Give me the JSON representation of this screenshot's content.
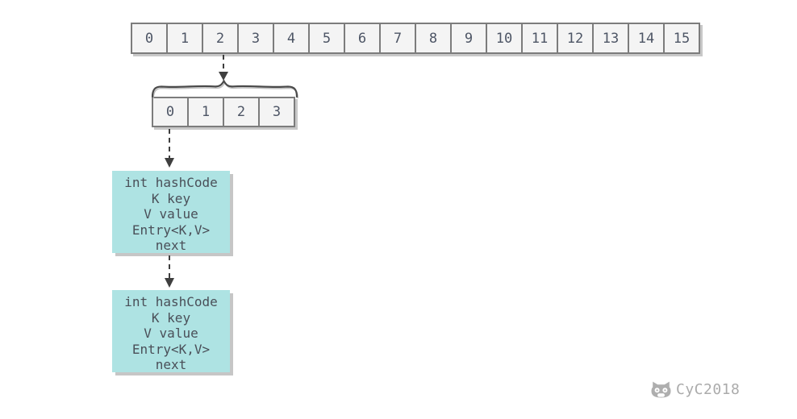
{
  "top_array": {
    "cells": [
      "0",
      "1",
      "2",
      "3",
      "4",
      "5",
      "6",
      "7",
      "8",
      "9",
      "10",
      "11",
      "12",
      "13",
      "14",
      "15"
    ],
    "highlighted_index": 2
  },
  "bucket_array": {
    "cells": [
      "0",
      "1",
      "2",
      "3"
    ]
  },
  "entry_node": {
    "fields": [
      "int hashCode",
      "K key",
      "V value",
      "Entry<K,V>",
      "next"
    ]
  },
  "watermark": {
    "label": "CyC2018",
    "icon": "robot-cat-icon"
  },
  "colors": {
    "cell_fill": "#f4f4f4",
    "cell_border": "#7c7c7c",
    "cell_text": "#4d5565",
    "node_fill": "#aee3e3",
    "node_text": "#4a4f58",
    "arrow": "#3f3f3f",
    "brace": "#4a4a4a",
    "shadow": "#c8c8c8",
    "watermark": "#ababab"
  }
}
